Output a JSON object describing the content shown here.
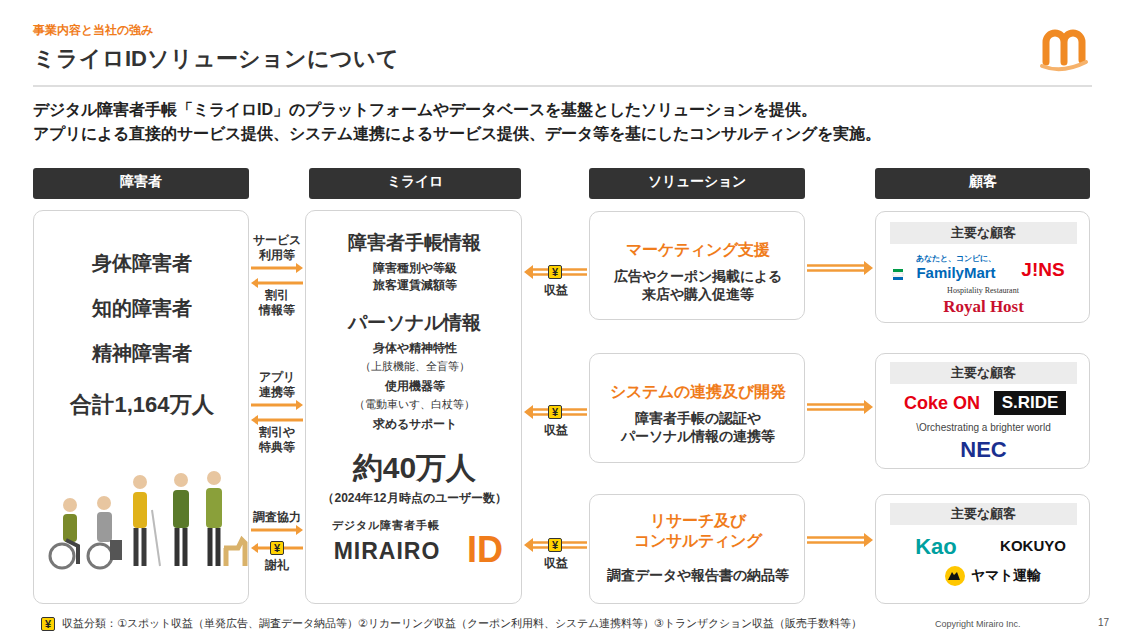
{
  "diagram": {
    "title": "ミライロIDソリューションについて",
    "nodes": [
      {
        "text": [
          "障害者"
        ]
      },
      {
        "text": [
          "ミライロ"
        ]
      },
      {
        "text": [
          "ソリューション"
        ]
      },
      {
        "text": [
          "顧客"
        ]
      },
      {
        "text": [
          "身体障害者",
          "知的障害者",
          "精神障害者",
          "合計1,164万人"
        ]
      },
      {
        "text": [
          "障害者手帳情報",
          "障害種別や等級",
          "旅客運賃減額等",
          "パーソナル情報",
          "身体や精神特性",
          "（上肢機能、全盲等）",
          "使用機器等",
          "（電動車いす、白杖等）",
          "求めるサポート",
          "約40万人",
          "（2024年12月時点のユーザー数）",
          "デジタル障害者手帳",
          "MIRAIRO",
          "ID"
        ]
      },
      {
        "text": [
          "マーケティング支援",
          "広告やクーポン掲載による 来店や購入促進等"
        ]
      },
      {
        "text": [
          "システムの連携及び開発",
          "障害者手帳の認証や パーソナル情報の連携等"
        ]
      },
      {
        "text": [
          "リサーチ及び コンサルティング",
          "調査データや報告書の納品等"
        ]
      },
      {
        "text": [
          "主要な顧客",
          "あなたと、コンビに、",
          "FamilyMart",
          "J!NS",
          "Hospitality Restaurant",
          "Royal Host"
        ]
      },
      {
        "text": [
          "主要な顧客",
          "Coke ON",
          "S.RIDE",
          "\\Orchestrating a brighter world",
          "NEC"
        ]
      },
      {
        "text": [
          "主要な顧客",
          "Kao",
          "KOKUYO",
          "ヤマト運輸"
        ]
      }
    ],
    "edges": [
      {
        "from": 4,
        "to": 5,
        "label": "サービス 利用等",
        "arrow": "to"
      },
      {
        "from": 5,
        "to": 4,
        "label": "割引 情報等",
        "arrow": "to"
      },
      {
        "from": 4,
        "to": 5,
        "label": "アプリ 連携等",
        "arrow": "to"
      },
      {
        "from": 5,
        "to": 4,
        "label": "割引や 特典等",
        "arrow": "to"
      },
      {
        "from": 4,
        "to": 5,
        "label": "調査協力",
        "arrow": "to"
      },
      {
        "from": 5,
        "to": 4,
        "label": "謝礼",
        "arrow": "to"
      },
      {
        "from": 6,
        "to": 5,
        "label": "収益",
        "arrow": "to"
      },
      {
        "from": 7,
        "to": 5,
        "label": "収益",
        "arrow": "to"
      },
      {
        "from": 8,
        "to": 5,
        "label": "収益",
        "arrow": "to"
      },
      {
        "from": 6,
        "to": 9,
        "arrow": "to"
      },
      {
        "from": 7,
        "to": 10,
        "arrow": "to"
      },
      {
        "from": 8,
        "to": 11,
        "arrow": "to"
      }
    ],
    "labels": [
      "事業内容と当社の強み",
      "デジタル障害者手帳「ミライロID」のプラットフォームやデータベースを基盤としたソリューションを提供。",
      "アプリによる直接的サービス提供、システム連携によるサービス提供、データ等を基にしたコンサルティングを実施。",
      "¥",
      "¥",
      "¥",
      "¥",
      "¥",
      "収益分類：①スポット収益（単発広告、調査データ納品等）②リカーリング収益（クーポン利用料、システム連携料等）③トランザクション収益（販売手数料等）",
      "Copyright Mirairo Inc.",
      "17"
    ]
  }
}
